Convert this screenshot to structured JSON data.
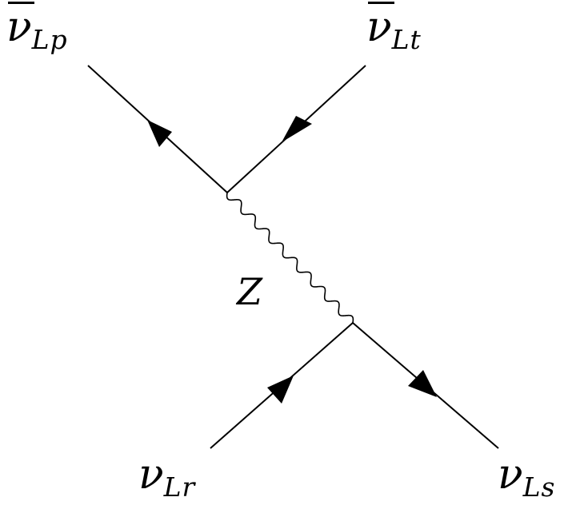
{
  "diagram": {
    "labels": {
      "top_left": {
        "symbol": "ν",
        "subscript": "Lp",
        "overline": true
      },
      "top_right": {
        "symbol": "ν",
        "subscript": "Lt",
        "overline": true
      },
      "bottom_left": {
        "symbol": "ν",
        "subscript": "Lr",
        "overline": false
      },
      "bottom_right": {
        "symbol": "ν",
        "subscript": "Ls",
        "overline": false
      },
      "boson": "Z"
    },
    "colors": {
      "line": "#000000",
      "background": "#ffffff"
    }
  }
}
